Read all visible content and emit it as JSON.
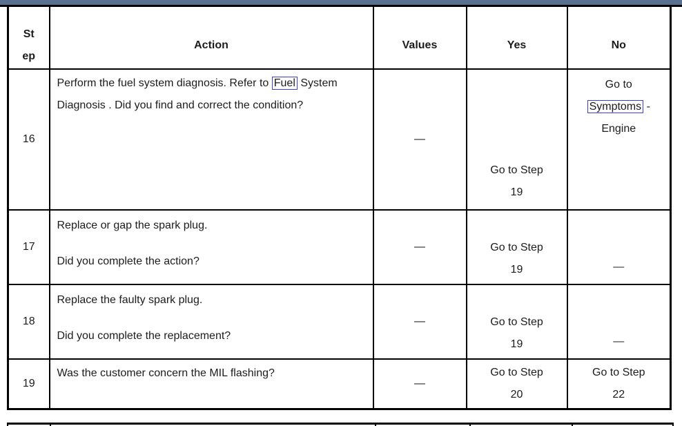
{
  "window": {
    "topbar_color": "#5a7090"
  },
  "link_style": {
    "box_color": "#3c3ccf"
  },
  "table": {
    "headers": {
      "step": "St\nep",
      "action": "Action",
      "values": "Values",
      "yes": "Yes",
      "no": "No"
    },
    "rows": [
      {
        "step": "16",
        "action": {
          "before": "Perform the fuel system diagnosis. Refer to",
          "link": "Fuel",
          "after_link": "System Diagnosis",
          "after": ". Did you find and correct the condition?"
        },
        "values": "—",
        "yes": "Go to Step\n19",
        "no": {
          "line1": "Go to",
          "link": "Symptoms",
          "after_link": "-",
          "line2": "Engine"
        }
      },
      {
        "step": "17",
        "action": {
          "p1": "Replace or gap the spark plug.",
          "p2": "Did you complete the action?"
        },
        "values": "—",
        "yes": "Go to Step\n19",
        "no": "—"
      },
      {
        "step": "18",
        "action": {
          "p1": "Replace the faulty spark plug.",
          "p2": "Did you complete the replacement?"
        },
        "values": "—",
        "yes": "Go to Step\n19",
        "no": "—"
      },
      {
        "step": "19",
        "action": {
          "p1": "Was the customer concern the MIL flashing?"
        },
        "values": "—",
        "yes": "Go to Step\n20",
        "no": "Go to Step\n22"
      }
    ]
  }
}
